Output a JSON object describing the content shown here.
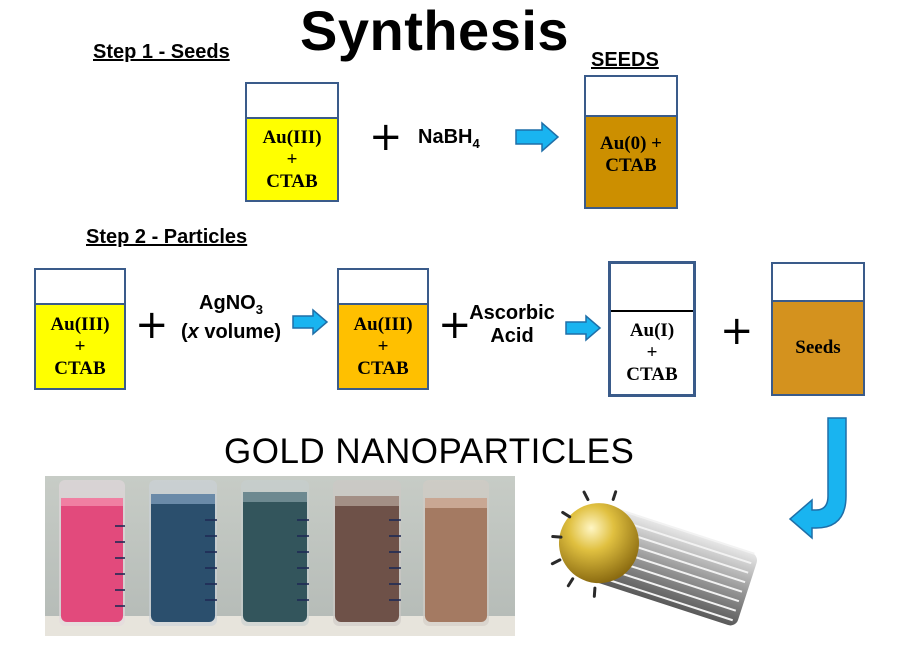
{
  "title": "Synthesis",
  "step1": {
    "label": "Step 1 - Seeds",
    "seeds_label": "SEEDS",
    "beaker1": {
      "line1": "Au(III)",
      "line2": "+",
      "line3": "CTAB",
      "color": "#ffff00"
    },
    "reagent": {
      "text": "NaBH",
      "sub": "4"
    },
    "seeds_beaker": {
      "line1": "Au(0) +",
      "line2": "CTAB",
      "color": "#cc8f00"
    }
  },
  "step2": {
    "label": "Step 2 - Particles",
    "beaker1": {
      "line1": "Au(III)",
      "line2": "+",
      "line3": "CTAB",
      "color": "#ffff00"
    },
    "reagent1": {
      "line1_text": "AgNO",
      "line1_sub": "3",
      "line2_italic": "x",
      "line2_rest": " volume)",
      "line2_open": "("
    },
    "beaker2": {
      "line1": "Au(III)",
      "line2": "+",
      "line3": "CTAB",
      "color": "#ffc000"
    },
    "reagent2": {
      "line1": "Ascorbic",
      "line2": "Acid"
    },
    "beaker3": {
      "line1": "Au(I)",
      "line2": "+",
      "line3": "CTAB",
      "color": "#ffffff"
    },
    "beaker4": {
      "line1": "Seeds",
      "color": "#d4921e"
    }
  },
  "result_label": "GOLD NANOPARTICLES",
  "colors": {
    "arrow": "#19b4f0",
    "arrow_border": "#1f6fa8",
    "beaker_border": "#3a5b8a"
  }
}
